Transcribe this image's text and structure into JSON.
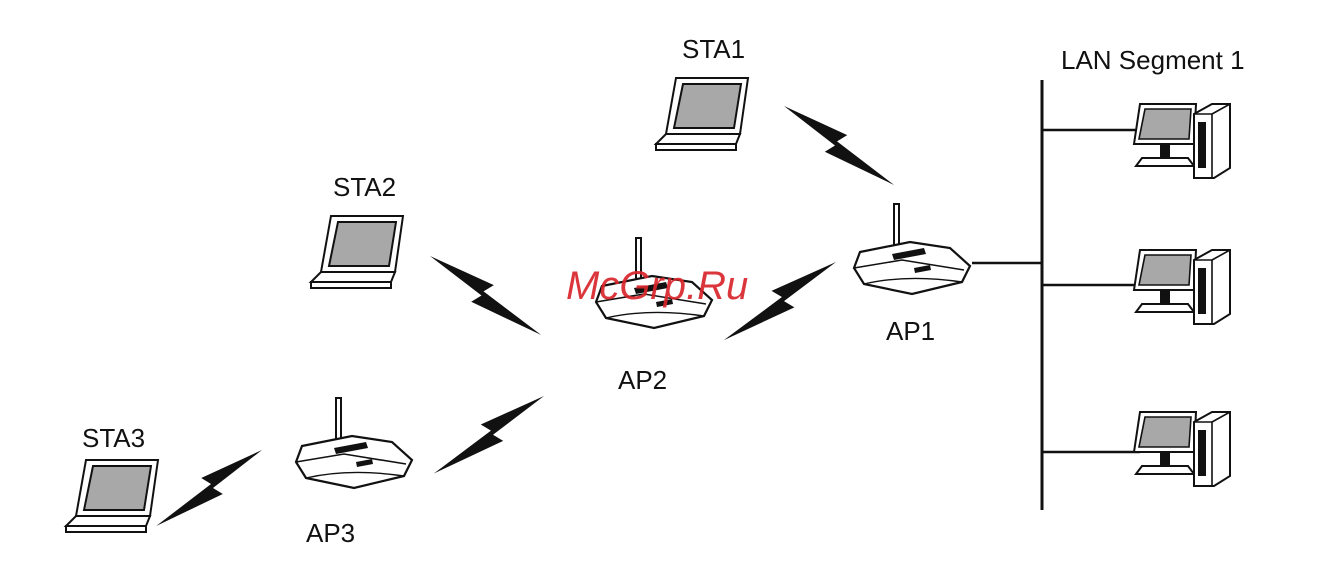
{
  "labels": {
    "sta1": "STA1",
    "sta2": "STA2",
    "sta3": "STA3",
    "ap1": "AP1",
    "ap2": "AP2",
    "ap3": "AP3",
    "lan": "LAN Segment 1"
  },
  "watermark": "McGrp.Ru",
  "colors": {
    "stroke": "#111111",
    "screen": "#a8a8a8",
    "watermark": "#d8262b",
    "background": "#ffffff"
  },
  "icons": {
    "laptop": "laptop-icon",
    "access_point": "access-point-icon",
    "desktop": "desktop-computer-icon",
    "wireless_link": "lightning-bolt-icon"
  }
}
